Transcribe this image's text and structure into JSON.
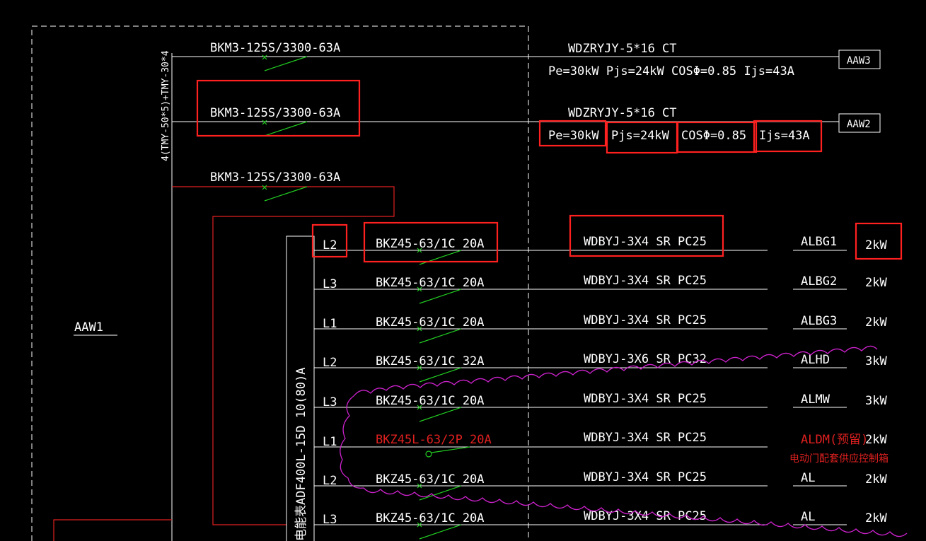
{
  "panel": {
    "name": "AAW1",
    "busbar_label": "4(TMY-50*5)+TMY-30*4",
    "meter_label": "电能表ADF400L-15D 10(80)A"
  },
  "feeders": [
    {
      "breaker": "BKM3-125S/3300-63A",
      "cable": "WDZRYJY-5*16   CT",
      "params": "Pe=30kW Pjs=24kW COSΦ=0.85 Ijs=43A",
      "destination": "AAW3"
    },
    {
      "breaker": "BKM3-125S/3300-63A",
      "cable": "WDZRYJY-5*16   CT",
      "params": {
        "pe": "Pe=30kW",
        "pjs": "Pjs=24kW",
        "cos": "COSΦ=0.85",
        "ijs": "Ijs=43A"
      },
      "destination": "AAW2"
    },
    {
      "breaker": "BKM3-125S/3300-63A"
    }
  ],
  "circuits": [
    {
      "phase": "L2",
      "breaker": "BKZ45-63/1C 20A",
      "cable": "WDBYJ-3X4  SR  PC25",
      "load": "ALBG1",
      "power": "2kW"
    },
    {
      "phase": "L3",
      "breaker": "BKZ45-63/1C 20A",
      "cable": "WDBYJ-3X4  SR  PC25",
      "load": "ALBG2",
      "power": "2kW"
    },
    {
      "phase": "L1",
      "breaker": "BKZ45-63/1C 20A",
      "cable": "WDBYJ-3X4  SR  PC25",
      "load": "ALBG3",
      "power": "2kW"
    },
    {
      "phase": "L2",
      "breaker": "BKZ45-63/1C 32A",
      "cable": "WDBYJ-3X6  SR  PC32",
      "load": "ALHD",
      "power": "3kW"
    },
    {
      "phase": "L3",
      "breaker": "BKZ45-63/1C 20A",
      "cable": "WDBYJ-3X4  SR  PC25",
      "load": "ALMW",
      "power": "3kW"
    },
    {
      "phase": "L1",
      "breaker": "BKZ45L-63/2P 20A",
      "cable": "WDBYJ-3X4  SR  PC25",
      "load": "ALDM(预留)",
      "power": "2kW",
      "note": "电动门配套供应控制箱"
    },
    {
      "phase": "L2",
      "breaker": "BKZ45-63/1C 20A",
      "cable": "WDBYJ-3X4  SR  PC25",
      "load": "AL",
      "power": "2kW"
    },
    {
      "phase": "L3",
      "breaker": "BKZ45-63/1C 20A",
      "cable": "WDBYJ-3X4  SR  PC25",
      "load": "AL",
      "power": "2kW"
    }
  ],
  "colors": {
    "background": "#000000",
    "line": "#ffffff",
    "breaker_symbol": "#22cc22",
    "highlight": "#ff2020",
    "revision_cloud": "#cc22cc",
    "reserved": "#e02020"
  }
}
